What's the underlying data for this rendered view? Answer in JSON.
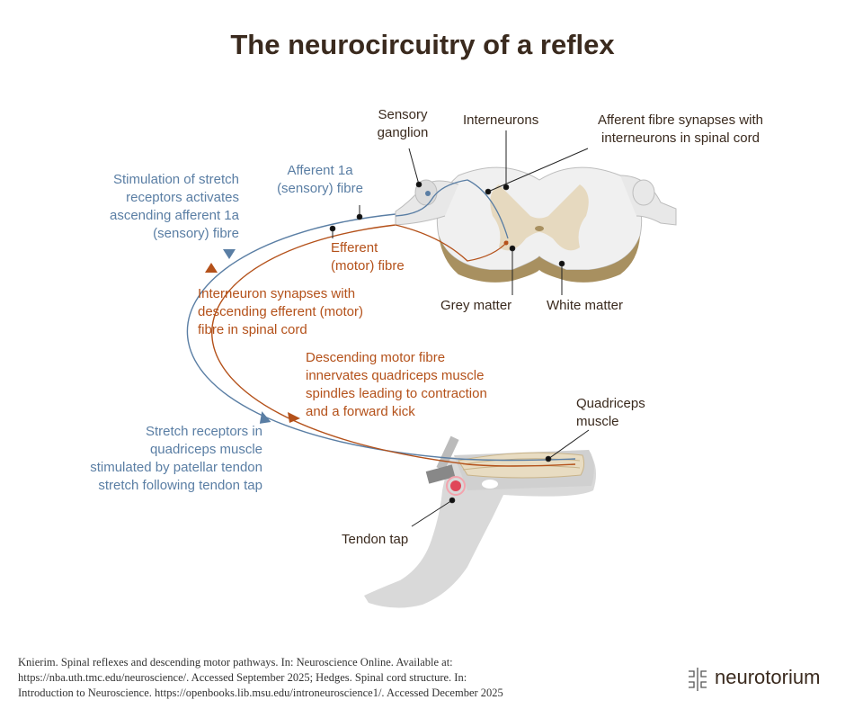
{
  "title": "The neurocircuitry of a reflex",
  "labels": {
    "sensory_ganglion": [
      "Sensory",
      "ganglion"
    ],
    "interneurons": "Interneurons",
    "afferent_synapse": [
      "Afferent fibre synapses with",
      "interneurons in spinal cord"
    ],
    "afferent_1a": [
      "Afferent 1a",
      "(sensory) fibre"
    ],
    "stimulation": [
      "Stimulation of stretch",
      "receptors activates",
      "ascending afferent 1a",
      "(sensory) fibre"
    ],
    "efferent": [
      "Efferent",
      "(motor) fibre"
    ],
    "grey_matter": "Grey matter",
    "white_matter": "White matter",
    "interneuron_synapse": [
      "Interneuron synapses with",
      "descending efferent (motor)",
      "fibre in spinal cord"
    ],
    "descending_motor": [
      "Descending motor fibre",
      "innervates quadriceps muscle",
      "spindles leading to contraction",
      "and a forward kick"
    ],
    "quadriceps": [
      "Quadriceps",
      "muscle"
    ],
    "stretch_receptors": [
      "Stretch receptors in",
      "quadriceps muscle",
      "stimulated by patellar tendon",
      "stretch following tendon tap"
    ],
    "tendon_tap": "Tendon tap"
  },
  "references": [
    "Knierim. Spinal reflexes and descending motor pathways. In: Neuroscience Online. Available at:",
    "https://nba.uth.tmc.edu/neuroscience/. Accessed September 2025; Hedges. Spinal cord structure. In:",
    "Introduction to Neuroscience. https://openbooks.lib.msu.edu/introneuroscience1/. Accessed December 2025"
  ],
  "brand": "neurotorium",
  "colors": {
    "afferent": "#5a7ea4",
    "efferent": "#b4511a",
    "text": "#3a2a1e",
    "grey_matter": "#e6d9bf",
    "white_matter": "#f0f0f0",
    "leg": "#d8d8d8",
    "tap": "#e0354a"
  }
}
